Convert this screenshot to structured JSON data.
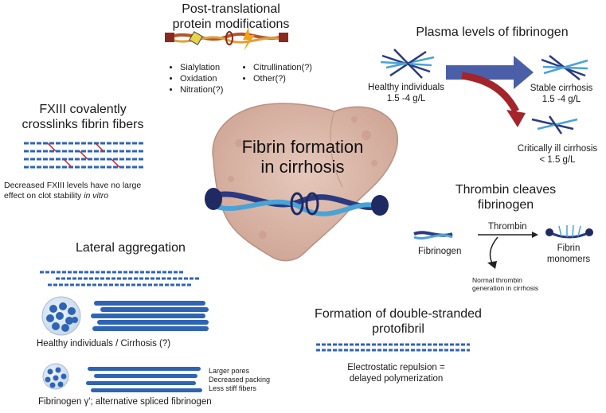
{
  "center_title": [
    "Fibrin formation",
    "in cirrhosis"
  ],
  "ptm": {
    "title": [
      "Post-translational",
      "protein modifications"
    ],
    "list_left": [
      "Sialylation",
      "Oxidation",
      "Nitration(?)"
    ],
    "list_right": [
      "Citrullination(?)",
      "Other(?)"
    ]
  },
  "plasma": {
    "title": "Plasma levels of fibrinogen",
    "healthy": [
      "Healthy individuals",
      "1.5 -4 g/L"
    ],
    "stable": [
      "Stable cirrhosis",
      "1.5 -4 g/L"
    ],
    "critical": [
      "Critically ill cirrhosis",
      "< 1.5 g/L"
    ]
  },
  "fxiii": {
    "title": [
      "FXIII covalently",
      "crosslinks fibrin fibers"
    ],
    "note_line1": "Decreased FXIII levels have no large",
    "note_line2_prefix": "effect on clot stability ",
    "note_line2_italic": "in vitro"
  },
  "thrombin": {
    "title": [
      "Thrombin cleaves",
      "fibrinogen"
    ],
    "arrow_label": "Thrombin",
    "fibrinogen_label": "Fibrinogen",
    "monomers_label": [
      "Fibrin",
      "monomers"
    ],
    "note": [
      "Normal thrombin",
      "generation in cirrhosis"
    ]
  },
  "lateral": {
    "title": "Lateral aggregation",
    "healthy_label": "Healthy individuals / Cirrhosis (?)",
    "features": [
      "Larger pores",
      "Decreased packing",
      "Less stiff fibers"
    ],
    "gamma_label": "Fibrinogen γ'; alternative spliced fibrinogen"
  },
  "protofibril": {
    "title": [
      "Formation of double-stranded",
      "protofibril"
    ],
    "note": [
      "Electrostatic repulsion =",
      "delayed polymerization"
    ]
  },
  "colors": {
    "liver": "#d9b8aa",
    "fiber_dark": "#2b3a80",
    "fiber_light": "#4aa3d6",
    "arrow_blue": "#4a5fa8",
    "arrow_red": "#a3242a",
    "bundle_blue": "#2f64b4"
  }
}
